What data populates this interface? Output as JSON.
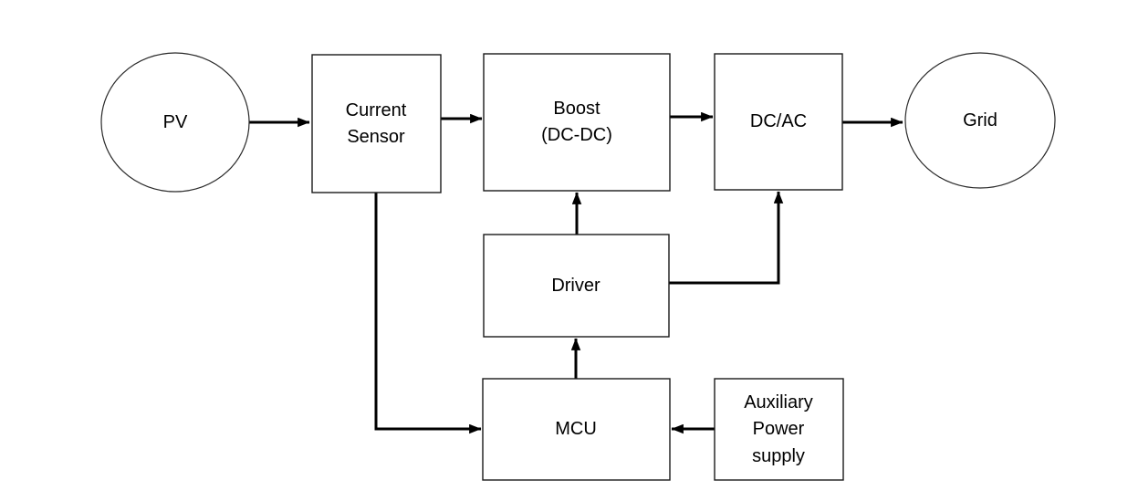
{
  "diagram": {
    "nodes": {
      "pv": {
        "shape": "ellipse",
        "lines": [
          "PV"
        ]
      },
      "current_sensor": {
        "shape": "rect",
        "lines": [
          "Current",
          "Sensor"
        ]
      },
      "boost": {
        "shape": "rect",
        "lines": [
          "Boost",
          "(DC-DC)"
        ]
      },
      "dc_ac": {
        "shape": "rect",
        "lines": [
          "DC/AC"
        ]
      },
      "grid": {
        "shape": "ellipse",
        "lines": [
          "Grid"
        ]
      },
      "driver": {
        "shape": "rect",
        "lines": [
          "Driver"
        ]
      },
      "mcu": {
        "shape": "rect",
        "lines": [
          "MCU"
        ]
      },
      "aux_power": {
        "shape": "rect",
        "lines": [
          "Auxiliary",
          "Power",
          "supply"
        ]
      }
    },
    "connections": [
      {
        "from": "pv",
        "to": "current_sensor"
      },
      {
        "from": "current_sensor",
        "to": "boost"
      },
      {
        "from": "boost",
        "to": "dc_ac"
      },
      {
        "from": "dc_ac",
        "to": "grid"
      },
      {
        "from": "driver",
        "to": "boost"
      },
      {
        "from": "driver",
        "to": "dc_ac"
      },
      {
        "from": "mcu",
        "to": "driver"
      },
      {
        "from": "current_sensor",
        "to": "mcu"
      },
      {
        "from": "aux_power",
        "to": "mcu"
      }
    ],
    "colors": {
      "line": "#000000",
      "text": "#000000",
      "background": "#ffffff"
    }
  }
}
